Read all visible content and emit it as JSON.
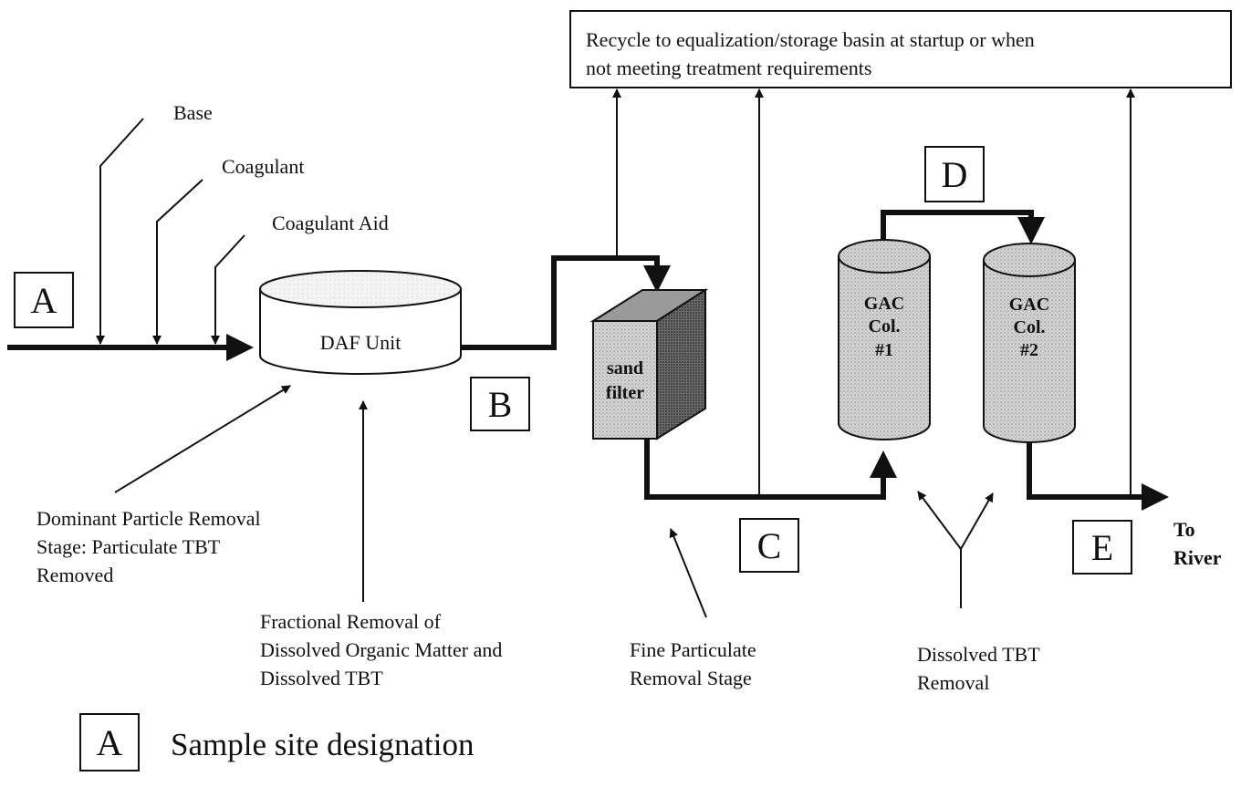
{
  "recycle_box": {
    "line1": "Recycle to equalization/storage basin at startup or when",
    "line2": "not meeting treatment requirements"
  },
  "chemicals": {
    "base": "Base",
    "coagulant": "Coagulant",
    "coagulant_aid": "Coagulant Aid"
  },
  "sites": {
    "a": "A",
    "b": "B",
    "c": "C",
    "d": "D",
    "e": "E"
  },
  "units": {
    "daf": "DAF Unit",
    "sand_line1": "sand",
    "sand_line2": "filter",
    "gac1": [
      "GAC",
      "Col.",
      "#1"
    ],
    "gac2": [
      "GAC",
      "Col.",
      "#2"
    ]
  },
  "outlet": {
    "line1": "To",
    "line2": "River"
  },
  "annotations": {
    "dominant": [
      "Dominant Particle Removal",
      "Stage:  Particulate TBT",
      "Removed"
    ],
    "fractional": [
      "Fractional Removal of",
      "Dissolved Organic Matter and",
      "Dissolved TBT"
    ],
    "fine": [
      "Fine Particulate",
      "Removal Stage"
    ],
    "dissolved": [
      "Dissolved TBT",
      "Removal"
    ]
  },
  "legend": {
    "symbol": "A",
    "label": "Sample site designation"
  }
}
